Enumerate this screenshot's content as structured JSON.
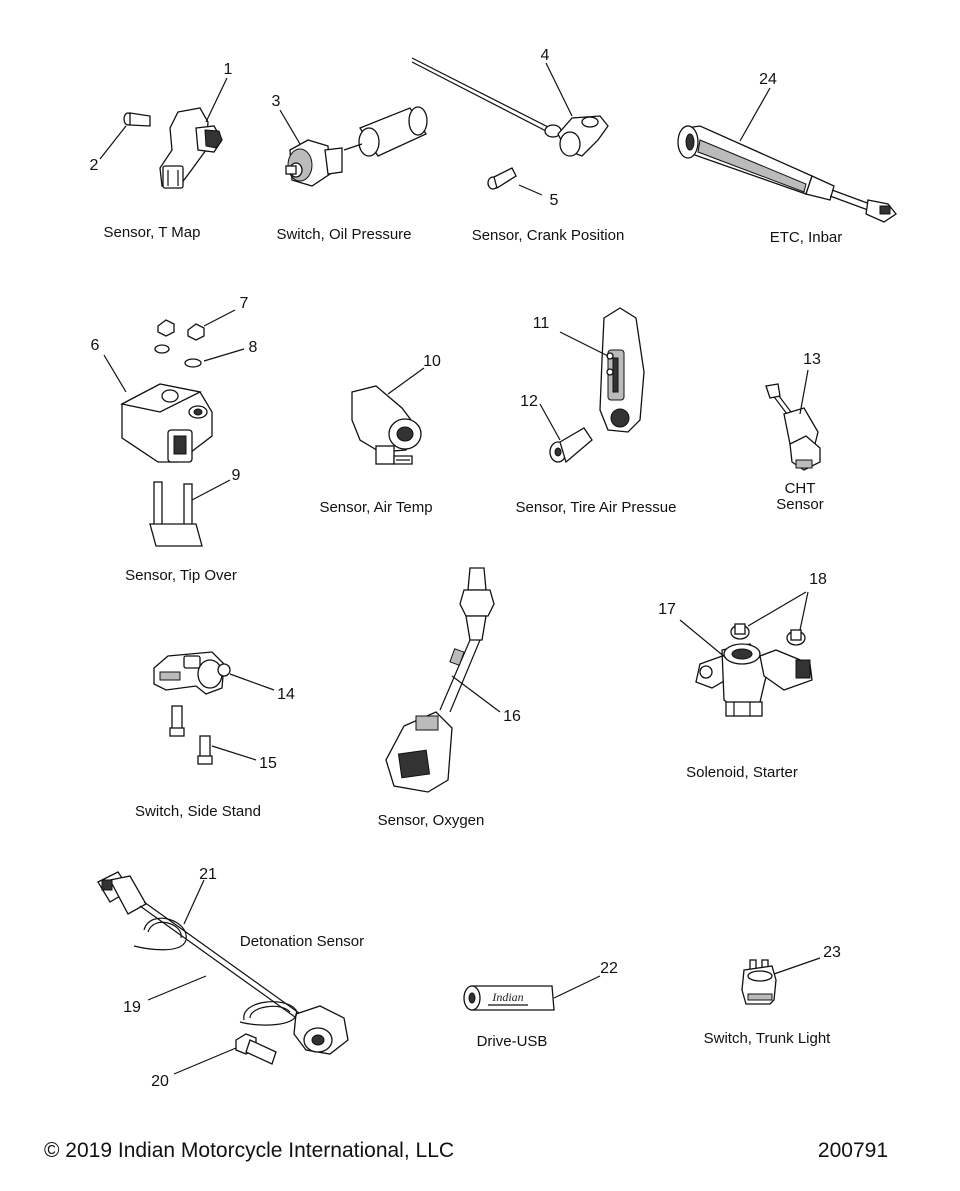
{
  "parts": [
    {
      "id": "tmap",
      "label": "Sensor, T Map",
      "callouts": [
        "1",
        "2"
      ]
    },
    {
      "id": "oil",
      "label": "Switch, Oil Pressure",
      "callouts": [
        "3"
      ]
    },
    {
      "id": "crank",
      "label": "Sensor, Crank Position",
      "callouts": [
        "4",
        "5"
      ]
    },
    {
      "id": "etc",
      "label": "ETC, Inbar",
      "callouts": [
        "24"
      ]
    },
    {
      "id": "tip",
      "label": "Sensor, Tip Over",
      "callouts": [
        "6",
        "7",
        "8",
        "9"
      ]
    },
    {
      "id": "airtemp",
      "label": "Sensor, Air Temp",
      "callouts": [
        "10"
      ]
    },
    {
      "id": "tire",
      "label": "Sensor, Tire Air Pressue",
      "callouts": [
        "11",
        "12"
      ]
    },
    {
      "id": "cht",
      "label_lines": [
        "CHT",
        "Sensor"
      ],
      "callouts": [
        "13"
      ]
    },
    {
      "id": "sidestand",
      "label": "Switch, Side Stand",
      "callouts": [
        "14",
        "15"
      ]
    },
    {
      "id": "oxygen",
      "label": "Sensor, Oxygen",
      "callouts": [
        "16"
      ]
    },
    {
      "id": "solenoid",
      "label": "Solenoid, Starter",
      "callouts": [
        "17",
        "18"
      ]
    },
    {
      "id": "detonation",
      "label": "Detonation Sensor",
      "callouts": [
        "19",
        "20",
        "21"
      ]
    },
    {
      "id": "usb",
      "label": "Drive-USB",
      "callouts": [
        "22"
      ],
      "logo_text": "Indian"
    },
    {
      "id": "trunk",
      "label": "Switch, Trunk Light",
      "callouts": [
        "23"
      ]
    }
  ],
  "footer": {
    "copyright": "© 2019 Indian Motorcycle International, LLC",
    "code": "200791"
  }
}
